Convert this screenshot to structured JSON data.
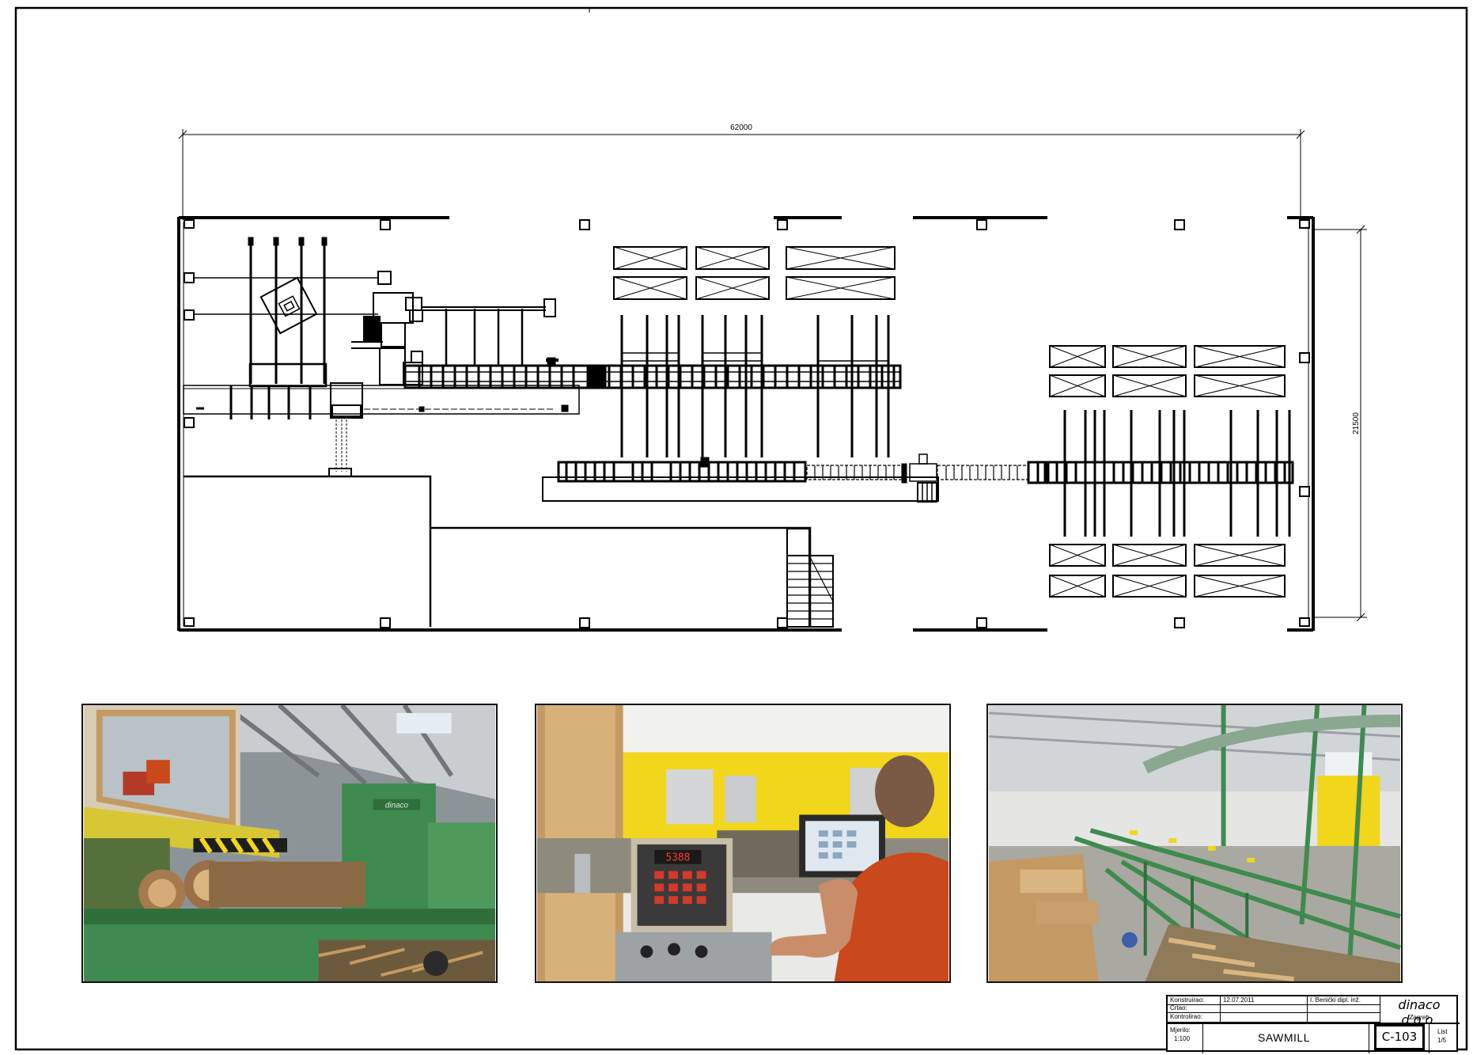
{
  "drawing": {
    "dimension_width": "62000",
    "dimension_height": "21500"
  },
  "photos": [
    {
      "id": "photo-1",
      "sign": "dinaco"
    },
    {
      "id": "photo-2",
      "readout": "5388"
    },
    {
      "id": "photo-3"
    }
  ],
  "title_block": {
    "row1_label": "Konstruirao:",
    "row1_date": "12.07.2011",
    "row1_name": "I. Benički dipl. inž.",
    "row2_label": "Crtao:",
    "row3_label": "Kontrolirao:",
    "scale_label": "Mjerilo:",
    "scale_value": "1:100",
    "title": "SAWMILL",
    "company": "dinaco d.o.o.",
    "city": "Zagreb",
    "code": "C-103",
    "sheet_label": "List",
    "sheet_value": "1/5"
  },
  "colors": {
    "machine_green": "#3f8a4e",
    "wall_yellow": "#f2d61b",
    "worker_shirt": "#c9481c",
    "wood": "#c49a63"
  }
}
